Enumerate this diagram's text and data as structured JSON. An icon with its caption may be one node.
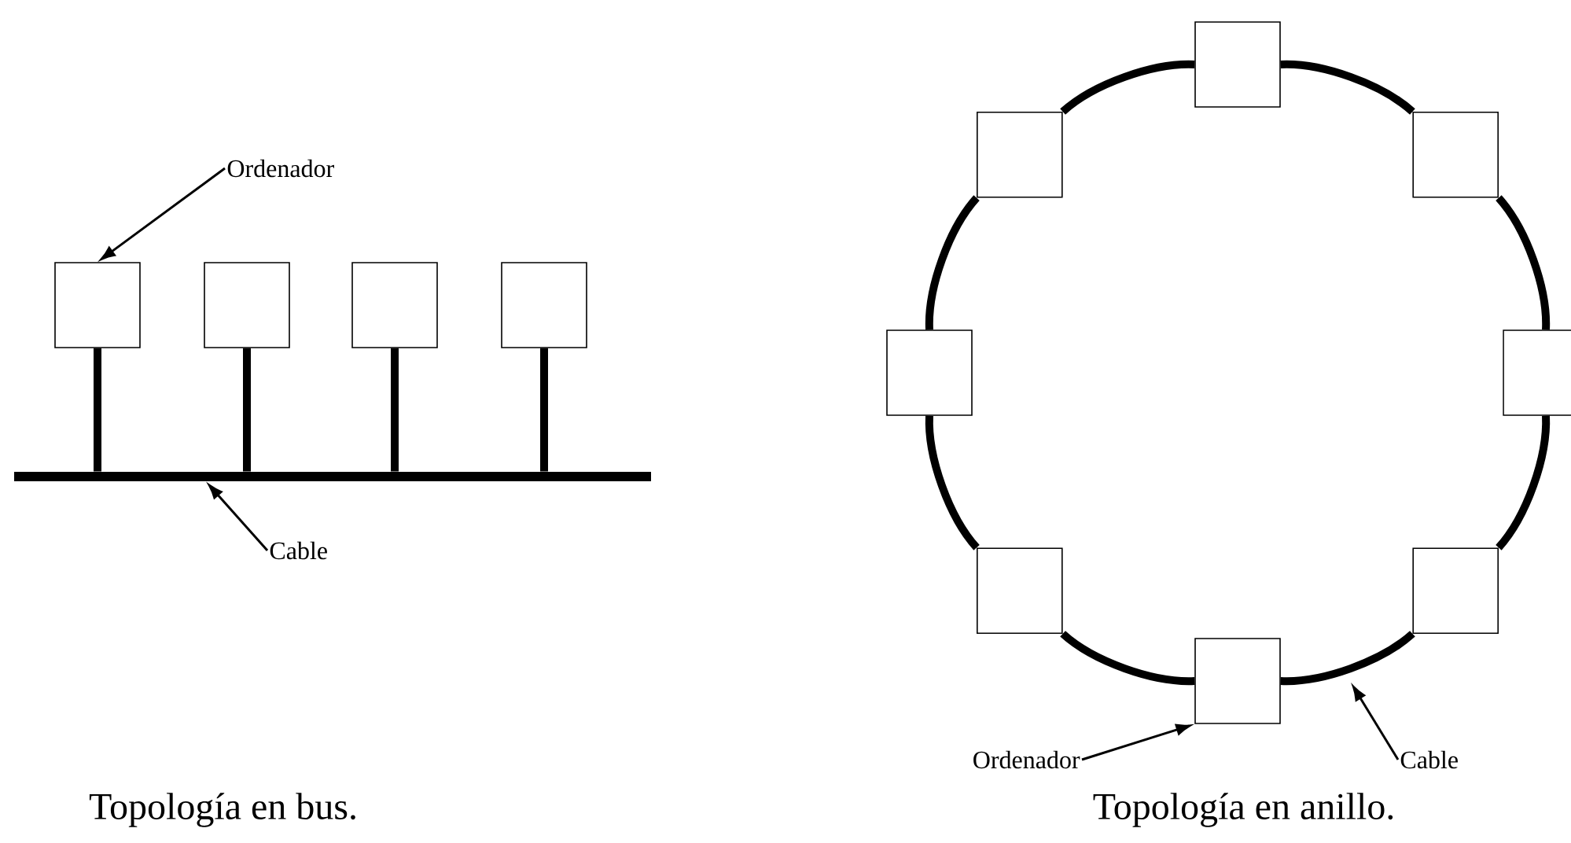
{
  "diagram": {
    "nodes": [
      {
        "text": [
          "Ordenador"
        ]
      },
      {
        "text": [],
        "shape": "box"
      },
      {
        "text": [],
        "shape": "box"
      },
      {
        "text": [],
        "shape": "box"
      },
      {
        "text": [],
        "shape": "box"
      },
      {
        "text": [],
        "shape": "bar"
      },
      {
        "text": [
          "Cable"
        ]
      },
      {
        "text": [],
        "shape": "box"
      },
      {
        "text": [],
        "shape": "box"
      },
      {
        "text": [],
        "shape": "box"
      },
      {
        "text": [],
        "shape": "box"
      },
      {
        "text": [],
        "shape": "box"
      },
      {
        "text": [],
        "shape": "box"
      },
      {
        "text": [],
        "shape": "box"
      },
      {
        "text": [],
        "shape": "box"
      },
      {
        "text": [
          "Ordenador"
        ]
      },
      {
        "text": [
          "Cable"
        ]
      }
    ],
    "edges": [
      {
        "from": 0,
        "to": 1,
        "arrow": "to"
      },
      {
        "from": 1,
        "to": 5,
        "arrow": "none"
      },
      {
        "from": 2,
        "to": 5,
        "arrow": "none"
      },
      {
        "from": 3,
        "to": 5,
        "arrow": "none"
      },
      {
        "from": 4,
        "to": 5,
        "arrow": "none"
      },
      {
        "from": 6,
        "to": 5,
        "arrow": "to"
      },
      {
        "from": 7,
        "to": 9,
        "arrow": "none"
      },
      {
        "from": 9,
        "to": 11,
        "arrow": "none"
      },
      {
        "from": 11,
        "to": 13,
        "arrow": "none"
      },
      {
        "from": 13,
        "to": 14,
        "arrow": "none"
      },
      {
        "from": 14,
        "to": 12,
        "arrow": "none"
      },
      {
        "from": 12,
        "to": 10,
        "arrow": "none"
      },
      {
        "from": 10,
        "to": 8,
        "arrow": "none"
      },
      {
        "from": 8,
        "to": 7,
        "arrow": "none"
      },
      {
        "from": 15,
        "to": 14,
        "arrow": "to"
      },
      {
        "from": 16,
        "to": null,
        "arrow": "to"
      }
    ],
    "labels": [
      "Topología en bus.",
      "Topología en anillo."
    ]
  }
}
